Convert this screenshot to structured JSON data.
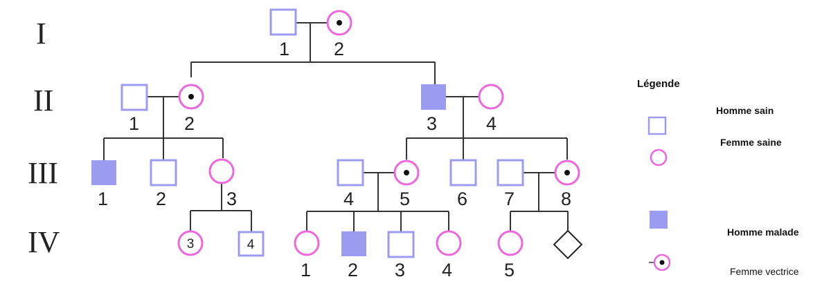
{
  "generations": [
    "I",
    "II",
    "III",
    "IV"
  ],
  "individuals": {
    "I1": {
      "label": "1"
    },
    "I2": {
      "label": "2"
    },
    "II1": {
      "label": "1"
    },
    "II2": {
      "label": "2"
    },
    "II3": {
      "label": "3"
    },
    "II4": {
      "label": "4"
    },
    "III1": {
      "label": "1"
    },
    "III2": {
      "label": "2"
    },
    "III3": {
      "label": "3"
    },
    "III4": {
      "label": "4"
    },
    "III5": {
      "label": "5"
    },
    "III6": {
      "label": "6"
    },
    "III7": {
      "label": "7"
    },
    "III8": {
      "label": "8"
    },
    "IV_a": {
      "label": "3"
    },
    "IV_b": {
      "label": "4"
    },
    "IV1": {
      "label": "1"
    },
    "IV2": {
      "label": "2"
    },
    "IV3": {
      "label": "3"
    },
    "IV4": {
      "label": "4"
    },
    "IV5": {
      "label": "5"
    }
  },
  "legend": {
    "title": "Légende",
    "healthy_man": "Homme sain",
    "healthy_woman": "Femme saine",
    "affected_man": "Homme malade",
    "carrier_woman": "Femme vectrice"
  },
  "colors": {
    "male_stroke": "#9b9bf0",
    "male_fill_affected": "#9b9bf0",
    "female_stroke": "#ee66dd",
    "unknown_stroke": "#222222",
    "line": "#333333"
  }
}
